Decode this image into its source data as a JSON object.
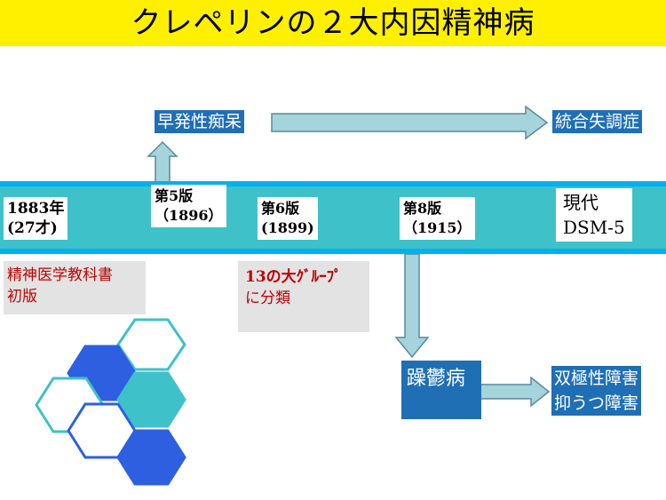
{
  "title": "クレペリンの２大内因精神病",
  "timeline": {
    "nodes": [
      {
        "id": "1883",
        "lines": [
          "1883年",
          "(27才)"
        ]
      },
      {
        "id": "5th",
        "lines": [
          "第5版",
          "（1896）"
        ]
      },
      {
        "id": "6th",
        "lines": [
          "第6版",
          "(1899)"
        ]
      },
      {
        "id": "8th",
        "lines": [
          "第8版",
          "（1915）"
        ]
      },
      {
        "id": "now",
        "lines": [
          "現代",
          "DSM-5"
        ]
      }
    ]
  },
  "notes": {
    "textbook": [
      "精神医学教科書",
      "初版"
    ],
    "groups": [
      "13の大ｸﾞﾙｰﾌﾟ",
      "に分類"
    ]
  },
  "concepts": {
    "dementia_praecox": "早発性痴呆",
    "schizophrenia": "統合失調症",
    "manic_depressive": "躁鬱病",
    "bipolar": [
      "双極性障害",
      "抑うつ障害"
    ]
  },
  "colors": {
    "title_bg": "#fff000",
    "band_outer": "#00b0f0",
    "band_inner": "#3fc1c9",
    "concept_box": "#1f6fb5",
    "note_text": "#c00000",
    "arrow_fill": "#a6d4dc",
    "hex_blue": "#2e5fe0",
    "hex_teal": "#3fc1c9"
  }
}
